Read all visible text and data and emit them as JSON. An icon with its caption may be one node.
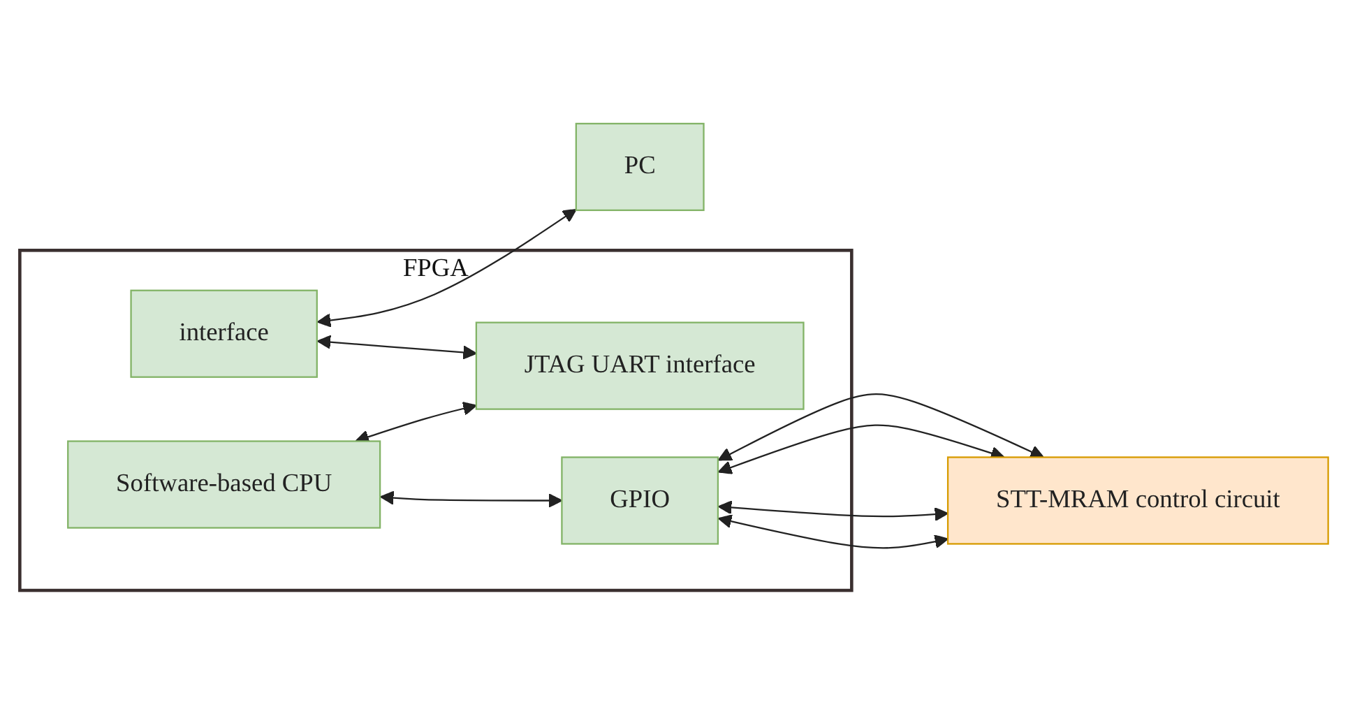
{
  "diagram": {
    "nodes": [
      {
        "text": [
          "FPGA"
        ]
      },
      {
        "text": [
          "interface"
        ],
        "in": 0
      },
      {
        "text": [
          "PC"
        ]
      },
      {
        "text": [
          "JTAG UART interface"
        ],
        "in": 0
      },
      {
        "text": [
          "Software-based CPU"
        ],
        "in": 0
      },
      {
        "text": [
          "GPIO"
        ],
        "in": 0
      },
      {
        "text": [
          "STT-MRAM control circuit"
        ]
      }
    ],
    "edges": [
      {
        "from": 1,
        "to": 2,
        "arrow": "both"
      },
      {
        "from": 1,
        "to": 3,
        "arrow": "both"
      },
      {
        "from": 4,
        "to": 3,
        "arrow": "both"
      },
      {
        "from": 4,
        "to": 5,
        "arrow": "both"
      },
      {
        "from": 5,
        "to": 6,
        "arrow": "both"
      },
      {
        "from": 5,
        "to": 6,
        "arrow": "both"
      },
      {
        "from": 5,
        "to": 6,
        "arrow": "both"
      },
      {
        "from": 5,
        "to": 6,
        "arrow": "both"
      }
    ]
  }
}
